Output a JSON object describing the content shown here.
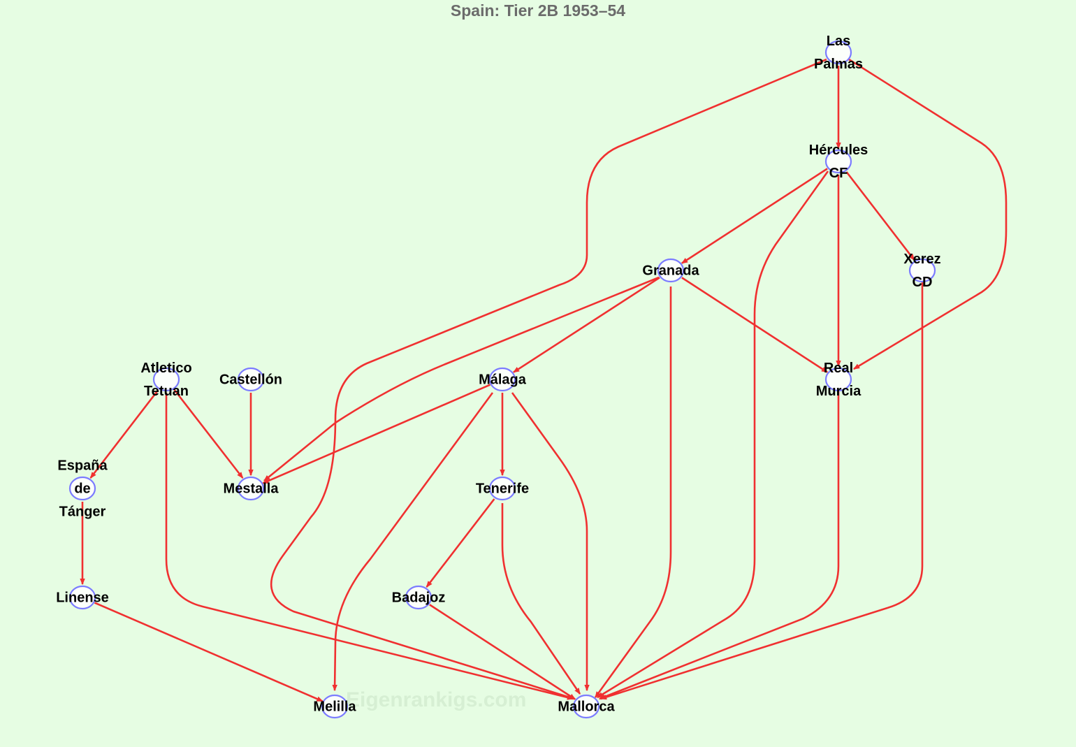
{
  "title": "Spain: Tier 2B 1953–54",
  "watermark": "Eigenrankigs.com",
  "colors": {
    "background": "#e6fde3",
    "edge": "#f03030",
    "node_stroke": "#7b7bff",
    "node_fill": "#ffffff"
  },
  "nodes": [
    {
      "id": "las-palmas",
      "lines": [
        "Las",
        "Palmas"
      ]
    },
    {
      "id": "hercules",
      "lines": [
        "Hércules",
        "CF"
      ]
    },
    {
      "id": "granada",
      "lines": [
        "Granada"
      ]
    },
    {
      "id": "xerez",
      "lines": [
        "Xerez",
        "CD"
      ]
    },
    {
      "id": "atletico-tetuan",
      "lines": [
        "Atletico",
        "Tetuan"
      ]
    },
    {
      "id": "castellon",
      "lines": [
        "Castellón"
      ]
    },
    {
      "id": "malaga",
      "lines": [
        "Málaga"
      ]
    },
    {
      "id": "real-murcia",
      "lines": [
        "Real",
        "Murcia"
      ]
    },
    {
      "id": "espana-tanger",
      "lines": [
        "España",
        "de",
        "Tánger"
      ]
    },
    {
      "id": "mestalla",
      "lines": [
        "Mestalla"
      ]
    },
    {
      "id": "tenerife",
      "lines": [
        "Tenerife"
      ]
    },
    {
      "id": "linense",
      "lines": [
        "Linense"
      ]
    },
    {
      "id": "badajoz",
      "lines": [
        "Badajoz"
      ]
    },
    {
      "id": "melilla",
      "lines": [
        "Melilla"
      ]
    },
    {
      "id": "mallorca",
      "lines": [
        "Mallorca"
      ]
    }
  ],
  "edges": [
    [
      "las-palmas",
      "hercules"
    ],
    [
      "las-palmas",
      "real-murcia"
    ],
    [
      "las-palmas",
      "mallorca"
    ],
    [
      "hercules",
      "granada"
    ],
    [
      "hercules",
      "xerez"
    ],
    [
      "hercules",
      "real-murcia"
    ],
    [
      "hercules",
      "mallorca"
    ],
    [
      "granada",
      "malaga"
    ],
    [
      "granada",
      "mestalla"
    ],
    [
      "granada",
      "real-murcia"
    ],
    [
      "granada",
      "mallorca"
    ],
    [
      "xerez",
      "mallorca"
    ],
    [
      "real-murcia",
      "mallorca"
    ],
    [
      "atletico-tetuan",
      "espana-tanger"
    ],
    [
      "atletico-tetuan",
      "mestalla"
    ],
    [
      "atletico-tetuan",
      "mallorca"
    ],
    [
      "castellon",
      "mestalla"
    ],
    [
      "malaga",
      "mestalla"
    ],
    [
      "malaga",
      "melilla"
    ],
    [
      "malaga",
      "tenerife"
    ],
    [
      "malaga",
      "mallorca"
    ],
    [
      "espana-tanger",
      "linense"
    ],
    [
      "tenerife",
      "badajoz"
    ],
    [
      "tenerife",
      "mallorca"
    ],
    [
      "linense",
      "melilla"
    ],
    [
      "badajoz",
      "mallorca"
    ]
  ]
}
